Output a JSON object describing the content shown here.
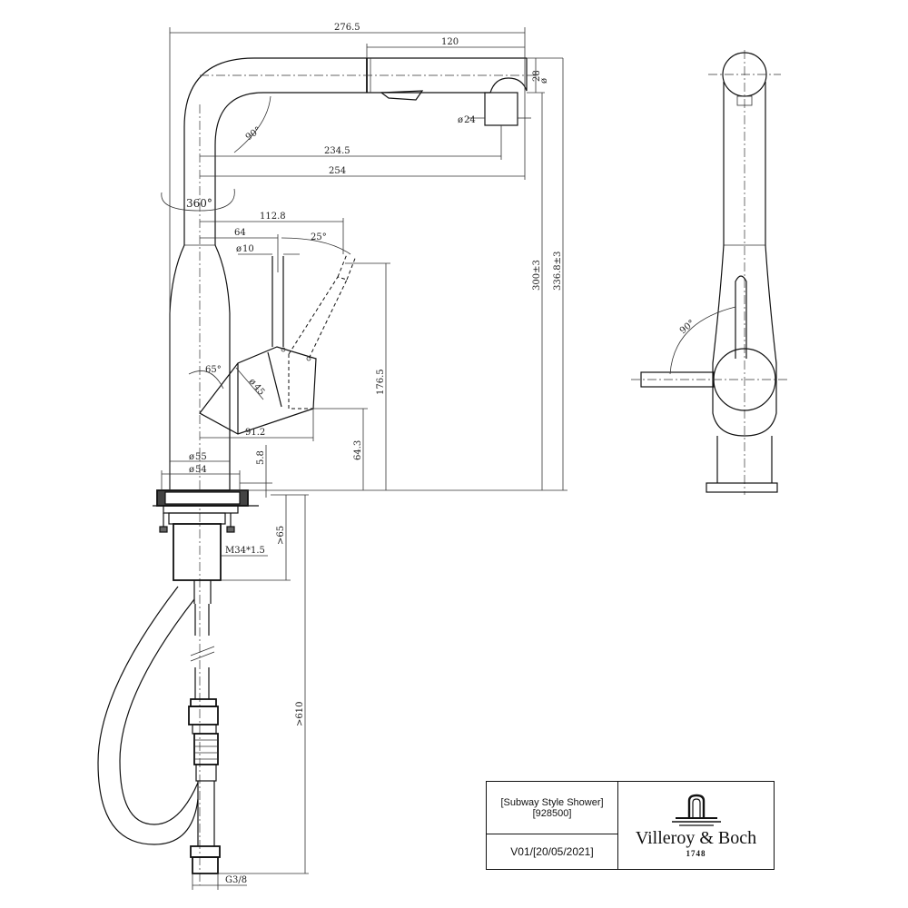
{
  "dimensions": {
    "overall_width": "276.5",
    "spout_top": "120",
    "dia_28": "28",
    "dia_24": "24",
    "len_234_5": "234.5",
    "len_254": "254",
    "angle_90": "90°",
    "rotation_360": "360°",
    "lever_112_8": "112.8",
    "lever_64": "64",
    "angle_25": "25°",
    "dia_10": "10",
    "height_300": "300±3",
    "height_336_8": "336.8±3",
    "height_176_5": "176.5",
    "angle_65": "65°",
    "dia_45": "45",
    "len_91_2": "91.2",
    "height_64_3": "64.3",
    "dia_55": "55",
    "dia_54": "54",
    "height_5_8": "5.8",
    "thread_m34": "M34*1.5",
    "depth_65": ">65",
    "hose_610": ">610",
    "thread_g38": "G3/8",
    "side_angle_90": "90°",
    "phi": "ø"
  },
  "title_block": {
    "product_name": "[Subway Style Shower]",
    "product_code": "[928500]",
    "version": "V01/[20/05/2021]",
    "brand": "Villeroy & Boch",
    "year": "1748"
  }
}
